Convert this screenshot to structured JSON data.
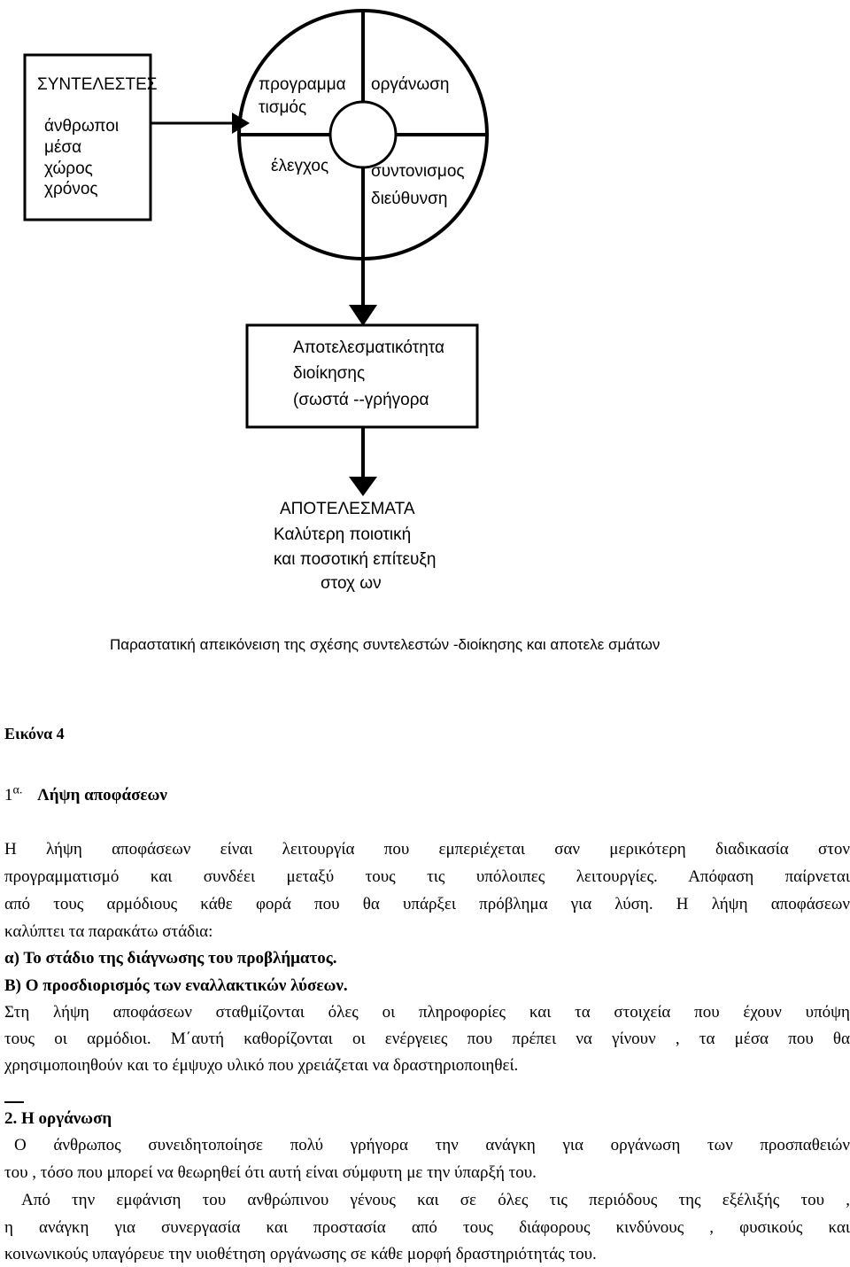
{
  "diagram": {
    "factors_box": {
      "title": "ΣΥΝΤΕΛΕΣΤΕΣ",
      "items": [
        "άνθρωποι",
        "μέσα",
        "χώρος",
        "χρόνος"
      ]
    },
    "wheel": {
      "top_left": [
        "προγραμμα",
        "τισμός"
      ],
      "top_right": "οργάνωση",
      "bottom_left": "έλεγχος",
      "bottom_right": [
        "συντονισμος",
        "διεύθυνση"
      ]
    },
    "effectiveness_box": [
      "Αποτελεσματικότητα",
      "διοίκησης",
      "(σωστά --γρήγορα"
    ],
    "results": [
      "ΑΠΟΤΕΛΕΣΜΑΤΑ",
      "Καλύτερη ποιοτική",
      "και ποσοτική επίτευξη",
      "στοχ ων"
    ],
    "caption": "Παραστατική απεικόνειση της σχέσης συντελεστών -διοίκησης και αποτελε σμάτων"
  },
  "figure_label": "Εικόνα 4",
  "section1": {
    "number": "1",
    "number_sup": "α.",
    "heading": "Λήψη αποφάσεων",
    "p1_lines": [
      "Η λήψη αποφάσεων είναι λειτουργία που εμπεριέχεται σαν μερικότερη διαδικασία στον",
      "προγραμματισμό και συνδέει μεταξύ τους τις υπόλοιπες λειτουργίες. Απόφαση παίρνεται",
      "από τους αρμόδιους κάθε φορά που θα υπάρξει πρόβλημα για λύση. Η λήψη αποφάσεων"
    ],
    "p1_last": "καλύπτει τα παρακάτω στάδια:",
    "stage_a": "α) Το στάδιο της διάγνωσης του προβλήματος.",
    "stage_b": "Β) Ο προσδιορισμός των εναλλακτικών λύσεων.",
    "p2_lines": [
      "Στη λήψη αποφάσεων σταθμίζονται όλες οι πληροφορίες και τα στοιχεία που έχουν υπόψη",
      "τους οι αρμόδιοι. Μ΄αυτή καθορίζονται οι ενέργειες που πρέπει να γίνουν , τα μέσα που θα"
    ],
    "p2_last": "χρησιμοποιηθούν και το έμψυχο υλικό που χρειάζεται να δραστηριοποιηθεί."
  },
  "section2": {
    "heading": "2. Η οργάνωση",
    "p1_first": "Ο άνθρωπος συνειδητοποίησε πολύ γρήγορα την ανάγκη για οργάνωση των προσπαθειών",
    "p1_last": "του , τόσο που μπορεί να θεωρηθεί ότι αυτή είναι σύμφυτη με την ύπαρξή του.",
    "p2_lines": [
      "Από την εμφάνιση του ανθρώπινου γένους και σε όλες τις περιόδους της εξέλιξής του ,",
      "η ανάγκη για συνεργασία και προστασία από τους διάφορους κινδύνους , φυσικούς και"
    ],
    "p2_last": "κοινωνικούς υπαγόρευε την υιοθέτηση οργάνωσης σε κάθε μορφή δραστηριότητάς του."
  }
}
